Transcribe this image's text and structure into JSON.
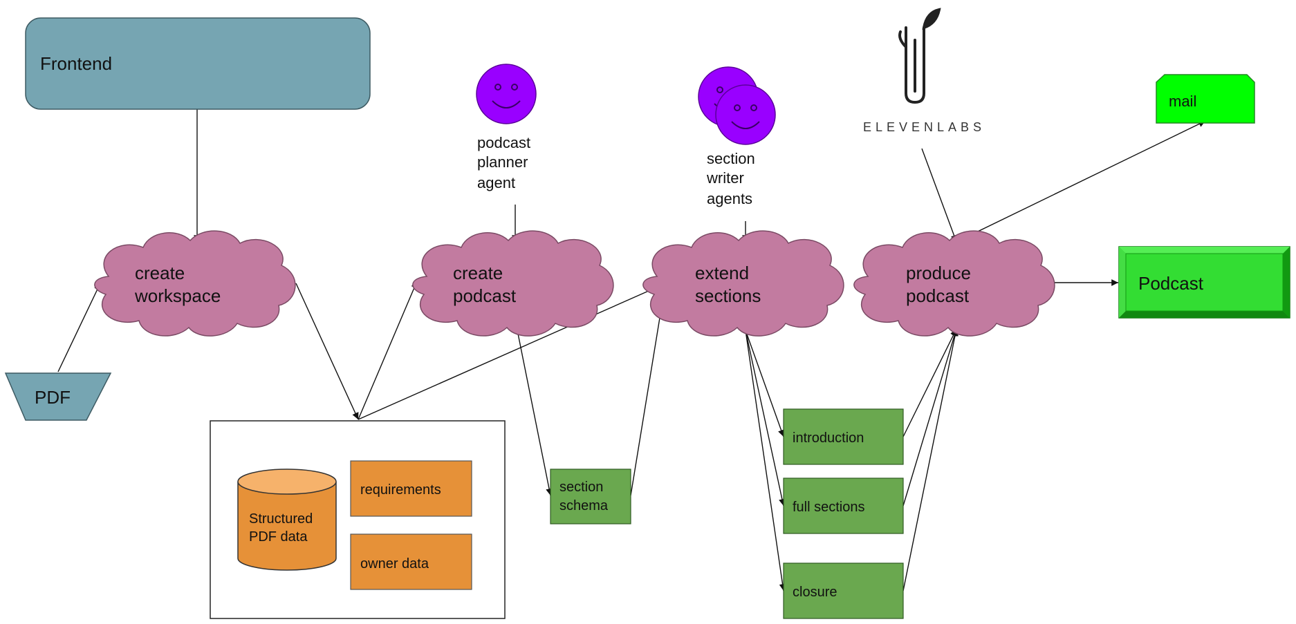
{
  "nodes": {
    "frontend": "Frontend",
    "pdf": "PDF",
    "create_workspace": [
      "create",
      "workspace"
    ],
    "create_podcast": [
      "create",
      "podcast"
    ],
    "extend_sections": [
      "extend",
      "sections"
    ],
    "produce_podcast": [
      "produce",
      "podcast"
    ],
    "podcast_planner_agent": [
      "podcast",
      "planner",
      "agent"
    ],
    "section_writer_agents": [
      "section",
      "writer",
      "agents"
    ],
    "elevenlabs": "ELEVENLABS",
    "mail": "mail",
    "podcast_output": "Podcast",
    "structured_pdf_data": [
      "Structured",
      "PDF data"
    ],
    "requirements": "requirements",
    "owner_data": "owner data",
    "section_schema": [
      "section",
      "schema"
    ],
    "introduction": "introduction",
    "full_sections": "full sections",
    "closure": "closure"
  },
  "colors": {
    "frontend_fill": "#76a5b2",
    "cloud_fill": "#c27ba0",
    "agent_fill": "#9900ff",
    "green_box": "#6aa84f",
    "bright_green": "#00ff00",
    "orange": "#e69138",
    "cylinder_top": "#f6b26b"
  }
}
